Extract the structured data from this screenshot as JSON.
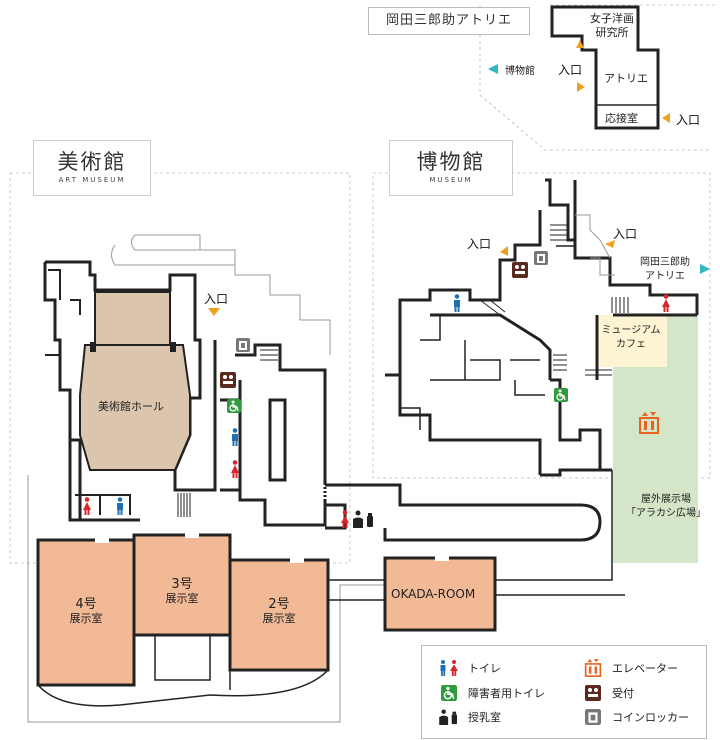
{
  "labels": {
    "okada_atelier_tag": "岡田三郎助アトリエ",
    "girls_western_painting_institute": "女子洋画\n研究所",
    "atelier": "アトリエ",
    "reception_room": "応接室",
    "hakubutsukan_link": "博物館",
    "art_museum_title": "美術館",
    "art_museum_sub": "ART MUSEUM",
    "museum_title": "博物館",
    "museum_sub": "MUSEUM",
    "museum_hall": "美術館ホール",
    "okada_atelier_link": "岡田三郎助\nアトリエ",
    "museum_cafe": "ミュージアム\nカフェ",
    "outdoor_exhibition": "屋外展示場\n「アラカシ広場」",
    "okada_room": "OKADA-ROOM"
  },
  "entrances": {
    "label": "入口"
  },
  "rooms": [
    {
      "num": "4号",
      "name": "展示室"
    },
    {
      "num": "3号",
      "name": "展示室"
    },
    {
      "num": "2号",
      "name": "展示室"
    }
  ],
  "legend": {
    "toilet": "トイレ",
    "accessible_toilet": "障害者用トイレ",
    "nursing_room": "授乳室",
    "elevator": "エレベーター",
    "reception": "受付",
    "coin_locker": "コインロッカー"
  },
  "colors": {
    "wall": "#222222",
    "hall_fill": "#dcc5ad",
    "exhibition_fill": "#f1b996",
    "outdoor_fill": "#d5e6c8",
    "cafe_fill": "#fdf4d4",
    "entrance_arrow": "#f0a020",
    "link_arrow": "#2fb8c4",
    "toilet_men": "#1f6fb5",
    "toilet_women": "#d8262c",
    "accessible": "#2e9b3e",
    "elevator": "#e8641e",
    "reception": "#5a2a1f",
    "locker": "#777777"
  },
  "icons": {
    "toilet": "toilet-icon",
    "accessible_toilet": "wheelchair-icon",
    "nursing_room": "nursing-room-icon",
    "elevator": "elevator-icon",
    "reception": "reception-icon",
    "coin_locker": "coin-locker-icon",
    "entrance": "entrance-arrow-icon",
    "link": "link-arrow-icon"
  }
}
